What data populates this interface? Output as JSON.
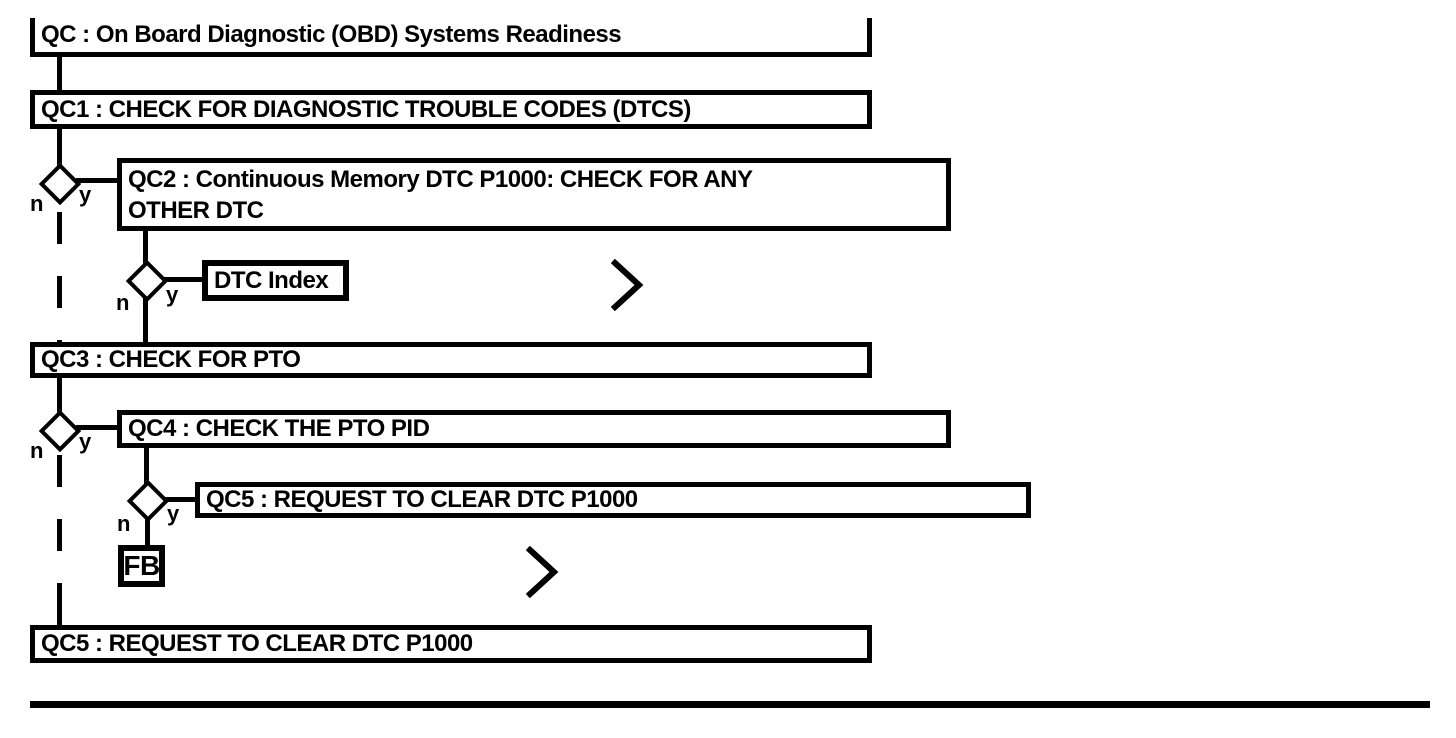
{
  "diagram": {
    "type": "diagnostic-flowchart",
    "colors": {
      "ink": "#000000",
      "background": "#ffffff"
    },
    "title_box": {
      "label": "QC : On Board Diagnostic (OBD) Systems Readiness"
    },
    "steps": [
      {
        "id": "QC1",
        "label": "QC1 : CHECK FOR DIAGNOSTIC TROUBLE CODES (DTCS)"
      },
      {
        "id": "QC2",
        "lines": [
          "QC2 : Continuous Memory DTC P1000: CHECK FOR ANY",
          "OTHER DTC"
        ]
      },
      {
        "id": "DTC-INDEX",
        "label": "DTC Index"
      },
      {
        "id": "QC3",
        "label": "QC3 : CHECK FOR PTO"
      },
      {
        "id": "QC4",
        "label": "QC4 : CHECK THE PTO PID"
      },
      {
        "id": "QC5",
        "label": "QC5 : REQUEST TO CLEAR DTC P1000"
      },
      {
        "id": "FB",
        "label": "FB"
      },
      {
        "id": "QC5-END",
        "label": "QC5 : REQUEST TO CLEAR DTC P1000"
      }
    ],
    "branch_labels": {
      "yes": "y",
      "no": "n"
    },
    "continuation_glyph": ">"
  }
}
